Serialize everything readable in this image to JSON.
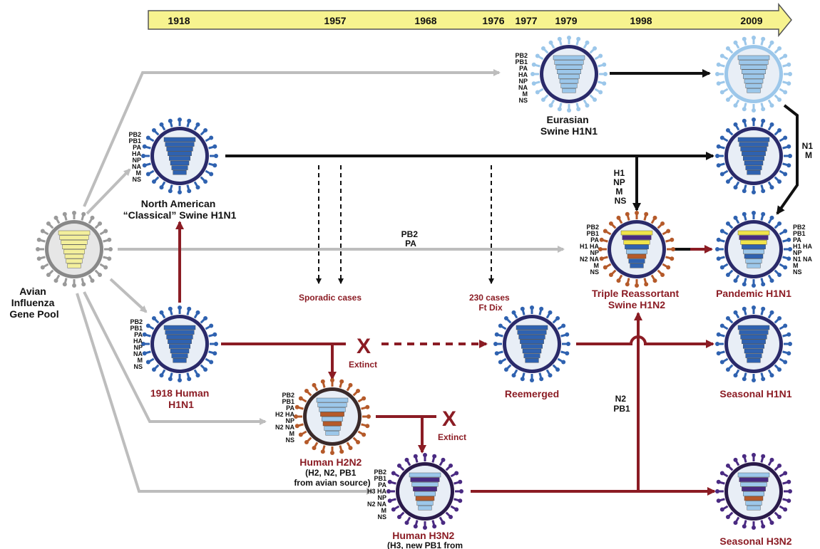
{
  "timeline": {
    "years": [
      "1918",
      "1957",
      "1968",
      "1976",
      "1977",
      "1979",
      "1998",
      "2009"
    ],
    "color": "#f7f38f"
  },
  "colors": {
    "gray_arrow": "#bdbdbd",
    "black_arrow": "#111111",
    "red_arrow": "#8b1c24",
    "light_blue": "#9cc7ea",
    "dark_blue": "#2f62b0",
    "brown": "#b55a2a",
    "purple": "#4a2a82",
    "gray_virus": "#9a9a9a"
  },
  "genes_full": [
    "PB2",
    "PB1",
    "PA",
    "HA",
    "NP",
    "NA",
    "M",
    "NS"
  ],
  "genes_h2n2": [
    "PB2",
    "PB1",
    "PA",
    "H2 HA",
    "NP",
    "N2 NA",
    "M",
    "NS"
  ],
  "genes_h3n2": [
    "PB2",
    "PB1",
    "PA",
    "H3 HA",
    "NP",
    "N2 NA",
    "M",
    "NS"
  ],
  "genes_triple": [
    "PB2",
    "PB1",
    "PA",
    "H1 HA",
    "NP",
    "N2 NA",
    "M",
    "NS"
  ],
  "genes_pandemic": [
    "PB2",
    "PB1",
    "PA",
    "H1 HA",
    "NP",
    "N1 NA",
    "M",
    "NS"
  ],
  "labels": {
    "avian": [
      "Avian",
      "Influenza",
      "Gene Pool"
    ],
    "na_swine": [
      "North American",
      "“Classical” Swine H1N1"
    ],
    "eurasian": [
      "Eurasian",
      "Swine H1N1"
    ],
    "human1918": [
      "1918 Human",
      "H1N1"
    ],
    "h2n2": [
      "Human H2N2",
      "(H2, N2, PB1",
      "from avian source)"
    ],
    "h3n2": [
      "Human H3N2",
      "(H3, new PB1 from"
    ],
    "reemerged": "Reemerged",
    "triple": [
      "Triple Reassortant",
      "Swine H1N2"
    ],
    "pandemic": "Pandemic H1N1",
    "seasonal_h1n1": "Seasonal H1N1",
    "seasonal_h3n2": "Seasonal H3N2",
    "sporadic": "Sporadic cases",
    "ftdix": [
      "230 cases",
      "Ft Dix"
    ],
    "extinct": "Extinct",
    "x_mark": "X",
    "pb2_pa": [
      "PB2",
      "PA"
    ],
    "h1np": [
      "H1",
      "NP",
      "M",
      "NS"
    ],
    "n1m": [
      "N1",
      "M"
    ],
    "n2pb1": [
      "N2",
      "PB1"
    ]
  }
}
